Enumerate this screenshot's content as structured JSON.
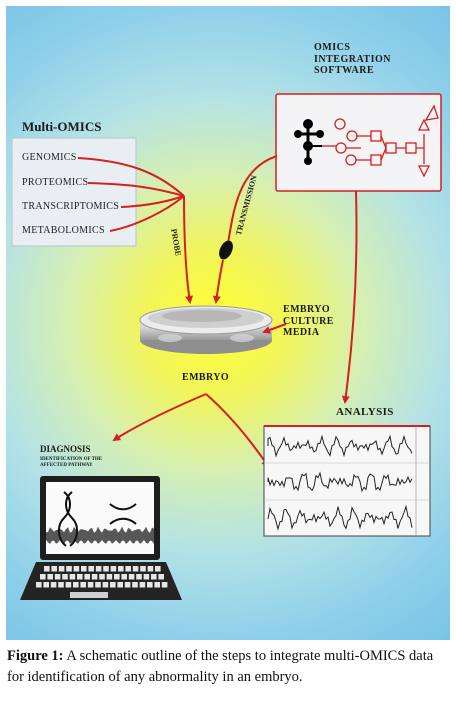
{
  "multi_omics": {
    "title": "Multi-OMICS",
    "items": [
      "GENOMICS",
      "PROTEOMICS",
      "TRANSCRIPTOMICS",
      "METABOLOMICS"
    ]
  },
  "software": {
    "line1": "OMICS",
    "line2": "INTEGRATION",
    "line3": "SOFTWARE"
  },
  "probe_label": "PROBE",
  "transmission_label": "TRANSMISSION",
  "culture": {
    "line1": "EMBRYO",
    "line2": "CULTURE",
    "line3": "MEDIA"
  },
  "embryo_label": "EMBRYO",
  "analysis_label": "ANALYSIS",
  "diagnosis": {
    "title": "DIAGNOSIS",
    "sub1": "IDENTIFICATION OF THE",
    "sub2": "AFFECTED PATHWAY"
  },
  "caption": {
    "label": "Figure 1:",
    "text": " A schematic outline of the steps to integrate multi-OMICS data for identification of any abnormality in an embryo."
  },
  "colors": {
    "arrow": "#d42020",
    "background_center": "#ffff33",
    "background_edge": "#79c4e6"
  }
}
